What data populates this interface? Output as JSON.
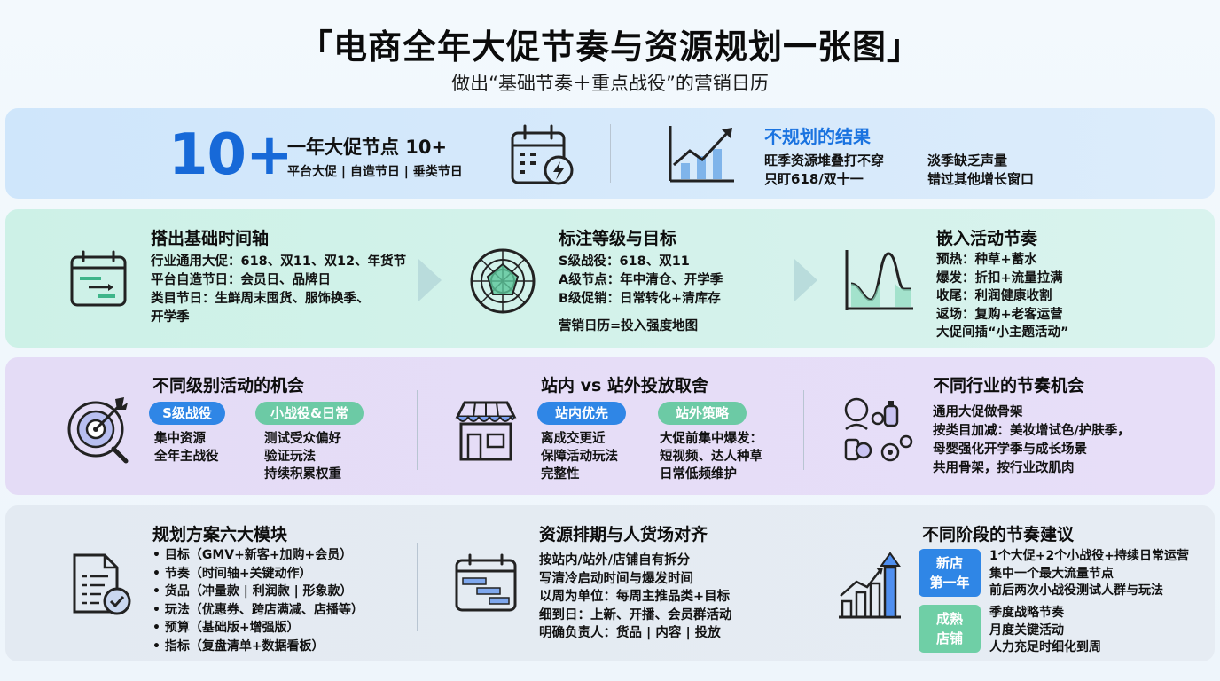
{
  "title": "「电商全年大促节奏与资源规划一张图」",
  "subtitle": "做出“基础节奏＋重点战役”的营销日历",
  "top": {
    "big_number": "10+",
    "headline": "一年大促节点 10+",
    "sub": "平台大促 | 自造节日 | 垂类节日",
    "result_title": "不规划的结果",
    "result_left": [
      "旺季资源堆叠打不穿",
      "只盯618/双十一"
    ],
    "result_right": [
      "淡季缺乏声量",
      "错过其他增长窗口"
    ]
  },
  "row2": {
    "timeline": {
      "title": "搭出基础时间轴",
      "lines": [
        "行业通用大促：618、双11、双12、年货节",
        "平台自造节日：会员日、品牌日",
        "类目节日：生鲜周末囤货、服饰换季、",
        "开学季"
      ]
    },
    "levels": {
      "title": "标注等级与目标",
      "lines": [
        "S级战役：618、双11",
        "A级节点：年中清仓、开学季",
        "B级促销：日常转化+清库存"
      ],
      "note": "营销日历=投入强度地图"
    },
    "rhythm": {
      "title": "嵌入活动节奏",
      "lines": [
        "预热：种草+蓄水",
        "爆发：折扣+流量拉满",
        "收尾：利润健康收割",
        "返场：复购+老客运营",
        "大促间插“小主题活动”"
      ]
    }
  },
  "row3": {
    "levels_opp": {
      "title": "不同级别活动的机会",
      "pill_a": "S级战役",
      "pill_b": "小战役&日常",
      "col_a": [
        "集中资源",
        "全年主战役"
      ],
      "col_b": [
        "测试受众偏好",
        "验证玩法",
        "持续积累权重"
      ]
    },
    "channels": {
      "title": "站内 vs 站外投放取舍",
      "pill_a": "站内优先",
      "pill_b": "站外策略",
      "col_a": [
        "离成交更近",
        "保障活动玩法",
        "完整性"
      ],
      "col_b": [
        "大促前集中爆发：",
        "短视频、达人种草",
        "日常低频维护"
      ]
    },
    "industry": {
      "title": "不同行业的节奏机会",
      "lines": [
        "通用大促做骨架",
        "按类目加减：美妆增试色/护肤季，",
        "母婴强化开学季与成长场景",
        "共用骨架，按行业改肌肉"
      ]
    }
  },
  "row4": {
    "modules": {
      "title": "规划方案六大模块",
      "items": [
        "目标（GMV+新客+加购+会员）",
        "节奏（时间轴+关键动作）",
        "货品（冲量款 | 利润款 | 形象款）",
        "玩法（优惠券、跨店满减、店播等）",
        "预算（基础版+增强版）",
        "指标（复盘清单+数据看板）"
      ]
    },
    "schedule": {
      "title": "资源排期与人货场对齐",
      "lines": [
        "按站内/站外/店铺自有拆分",
        "写清冷启动时间与爆发时间",
        "以周为单位：每周主推品类+目标",
        "细到日：上新、开播、会员群活动",
        "明确负责人：货品 | 内容 | 投放"
      ]
    },
    "stages": {
      "title": "不同阶段的节奏建议",
      "tag_a": "新店\n第一年",
      "tag_a1": "新店",
      "tag_a2": "第一年",
      "lines_a": [
        "1个大促+2个小战役+持续日常运营",
        "集中一个最大流量节点",
        "前后两次小战役测试人群与玩法"
      ],
      "tag_b1": "成熟",
      "tag_b2": "店铺",
      "lines_b": [
        "季度战略节奏",
        "月度关键活动",
        "人力充足时细化到周"
      ]
    }
  },
  "colors": {
    "accent": "#1a73e0",
    "pill_blue": "#2f86e6",
    "pill_green": "#56c49a",
    "tag_blue": "#2f86e6",
    "tag_green": "#6fcfa6"
  }
}
